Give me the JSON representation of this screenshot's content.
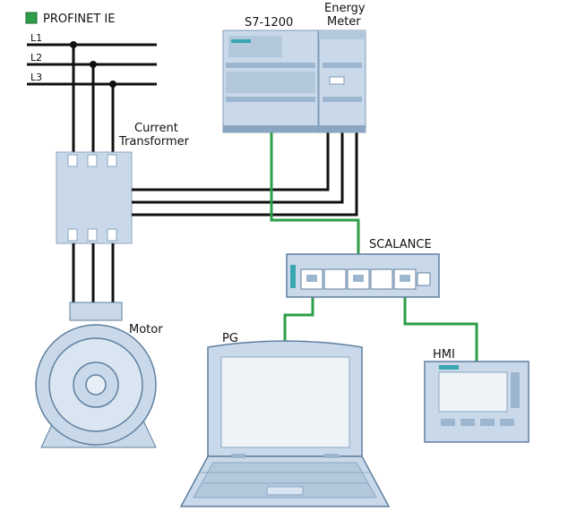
{
  "legend": {
    "label": "PROFINET IE",
    "color": "#2e9e4a"
  },
  "lines": {
    "l1": "L1",
    "l2": "L2",
    "l3": "L3"
  },
  "devices": {
    "s7": "S7-1200",
    "energy_meter_line1": "Energy",
    "energy_meter_line2": "Meter",
    "ct_line1": "Current",
    "ct_line2": "Transformer",
    "scalance": "SCALANCE",
    "motor": "Motor",
    "pg": "PG",
    "hmi": "HMI"
  },
  "colors": {
    "device_fill": "#c9d9ea",
    "device_dark": "#9db6cf",
    "device_stroke": "#5f7f9f",
    "accent": "#3aa6b0",
    "wire": "#111111",
    "network": "#2e9e4a"
  }
}
